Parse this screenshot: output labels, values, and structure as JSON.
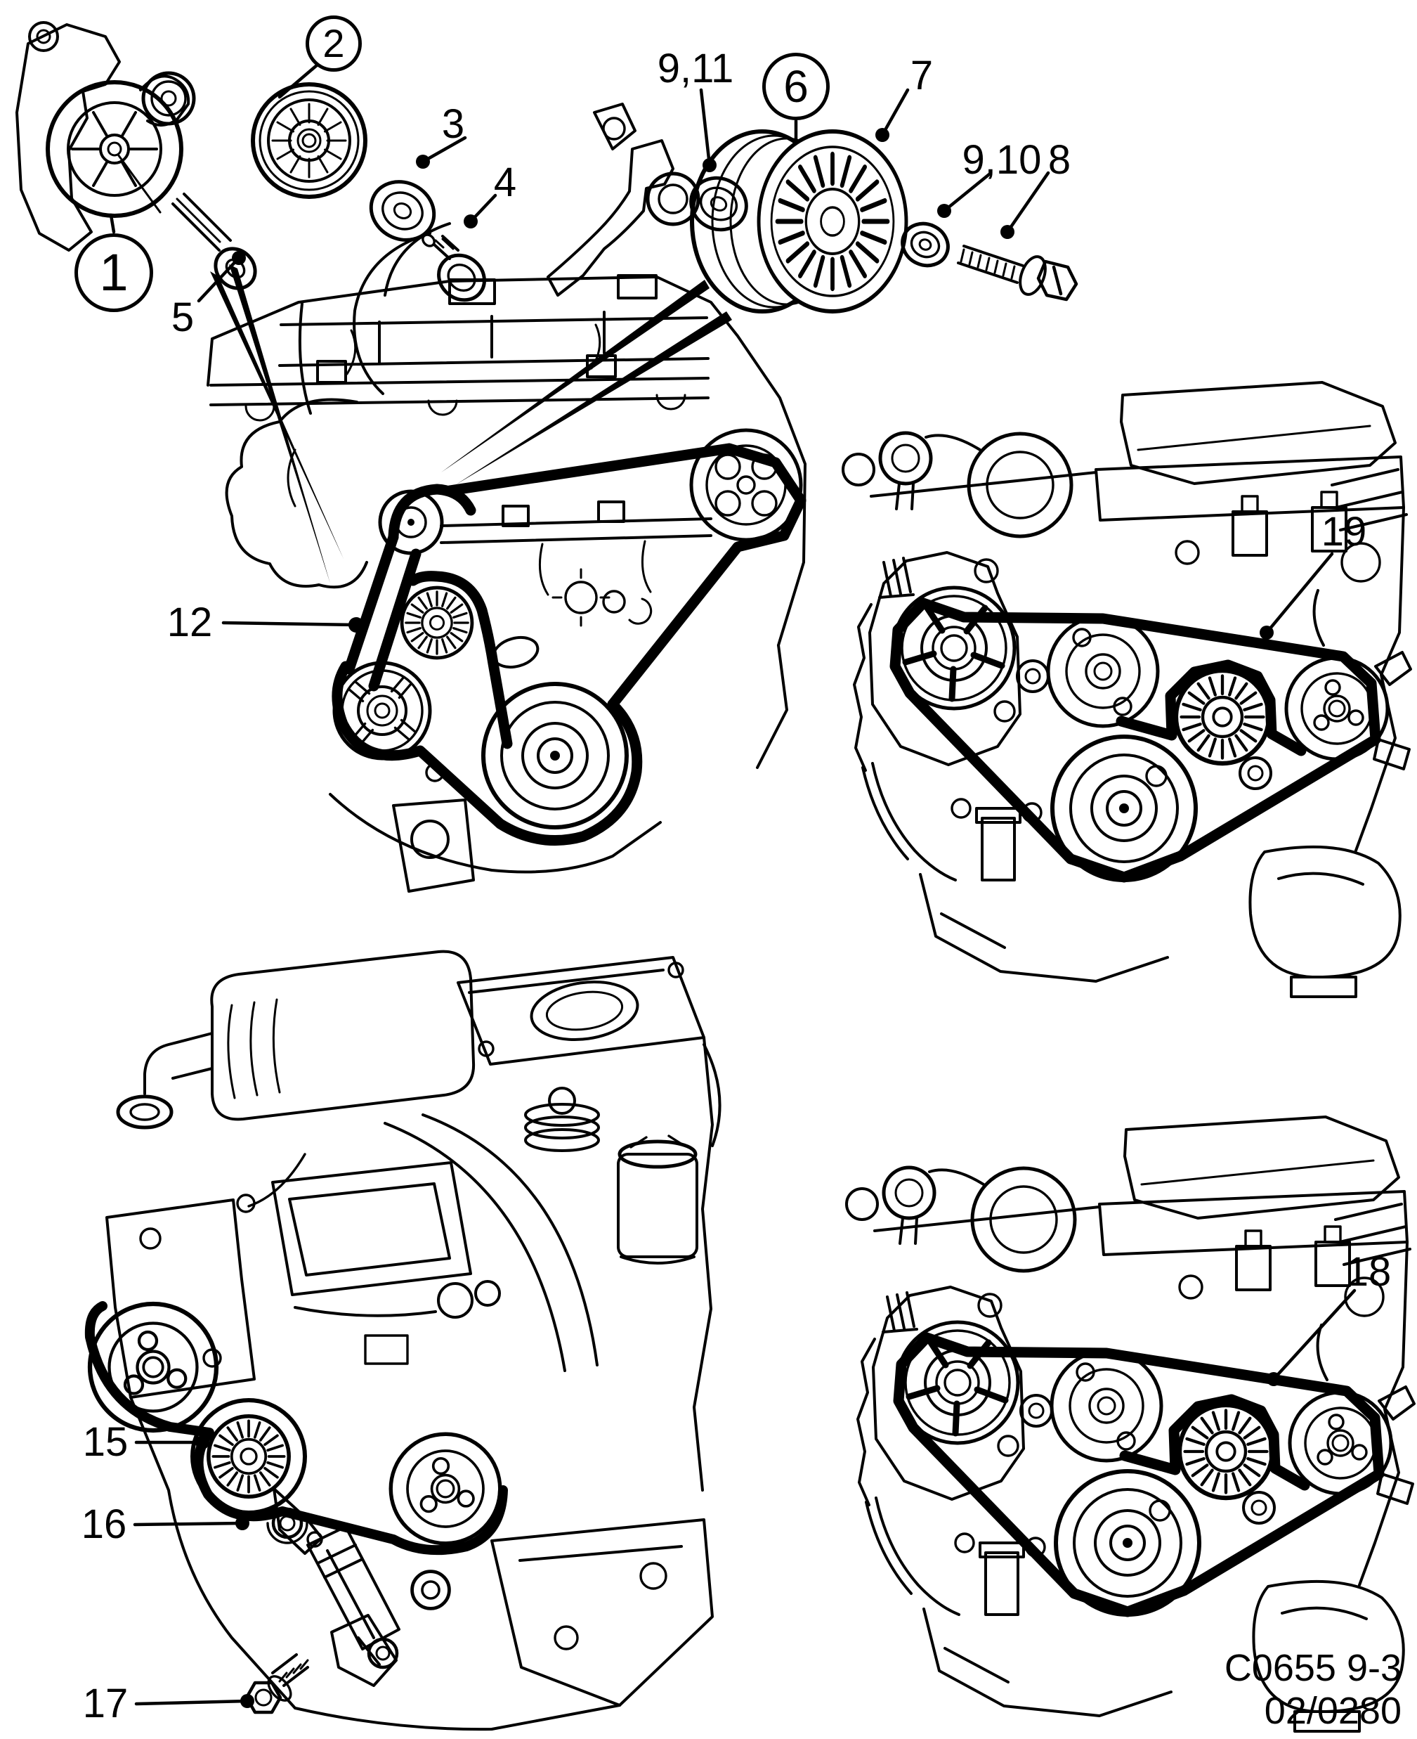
{
  "page": {
    "bg_color": "#ffffff",
    "ink_color": "#000000"
  },
  "plate": {
    "code": "C0655 9-3",
    "revision": "02/0280"
  },
  "callouts": {
    "c1": {
      "label": "1",
      "circled": true
    },
    "c2": {
      "label": "2",
      "circled": true
    },
    "c3": {
      "label": "3",
      "circled": false
    },
    "c4": {
      "label": "4",
      "circled": false
    },
    "c5": {
      "label": "5",
      "circled": false
    },
    "c6": {
      "label": "6",
      "circled": true
    },
    "c7": {
      "label": "7",
      "circled": false
    },
    "c8": {
      "label": "8",
      "circled": false
    },
    "c9_10": {
      "label": "9,10",
      "circled": false
    },
    "c9_11": {
      "label": "9,11",
      "circled": false
    },
    "c12": {
      "label": "12",
      "circled": false
    },
    "c15": {
      "label": "15",
      "circled": false
    },
    "c16": {
      "label": "16",
      "circled": false
    },
    "c17": {
      "label": "17",
      "circled": false
    },
    "c18": {
      "label": "18",
      "circled": false
    },
    "c19": {
      "label": "19",
      "circled": false
    }
  }
}
